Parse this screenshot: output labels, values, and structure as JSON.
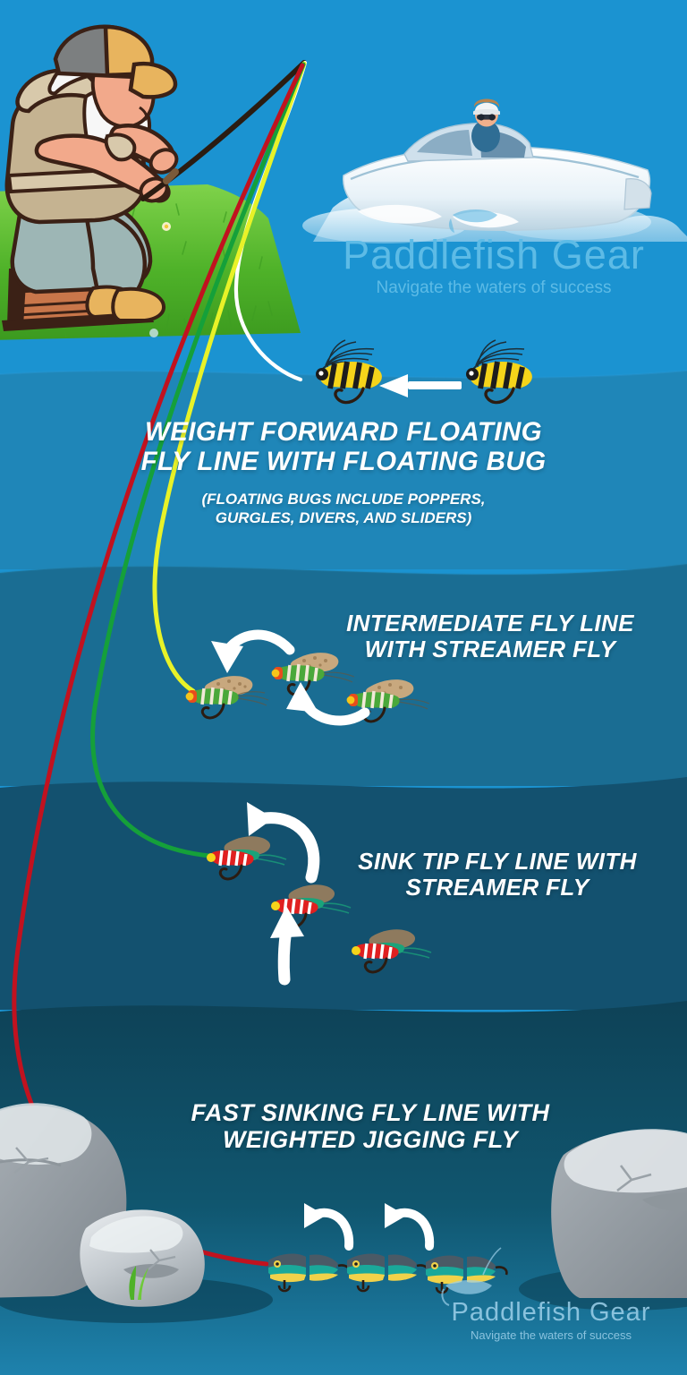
{
  "brand": {
    "name": "Paddlefish Gear",
    "tagline": "Navigate the waters of success"
  },
  "scene": {
    "title": "Fly line and fly selection by water depth",
    "angler": "old-fisherman-on-stool",
    "boat": "white-speedboat-with-captain"
  },
  "sections": [
    {
      "id": "floating",
      "heading": "WEIGHT FORWARD FLOATING\nFLY LINE WITH FLOATING BUG",
      "subtext": "(FLOATING BUGS INCLUDE POPPERS,\nGURGLES, DIVERS, AND SLIDERS)",
      "line_color": "#ffffff",
      "line_name": "weight-forward-floating-line",
      "fly_name": "floating-bug-fly",
      "fly_count": 2,
      "arrow_style": "straight-left"
    },
    {
      "id": "intermediate",
      "heading": "INTERMEDIATE FLY LINE\nWITH STREAMER FLY",
      "subtext": "",
      "line_color": "#e8f228",
      "line_name": "intermediate-fly-line",
      "fly_name": "streamer-fly-tan",
      "fly_count": 3,
      "arrow_style": "curved"
    },
    {
      "id": "sinktip",
      "heading": "SINK TIP FLY LINE WITH\nSTREAMER FLY",
      "subtext": "",
      "line_color": "#15a03a",
      "line_name": "sink-tip-fly-line",
      "fly_name": "streamer-fly-red",
      "fly_count": 3,
      "arrow_style": "curved"
    },
    {
      "id": "fastsinking",
      "heading": "FAST SINKING FLY LINE WITH\nWEIGHTED JIGGING FLY",
      "subtext": "",
      "line_color": "#c1121f",
      "line_name": "fast-sinking-fly-line",
      "fly_name": "weighted-jigging-fly",
      "fly_count": 3,
      "arrow_style": "curved"
    }
  ],
  "water_bands": [
    {
      "name": "surface-sky-band",
      "color": "#1b93d1"
    },
    {
      "name": "shallow-water-band",
      "color": "#1f86b8"
    },
    {
      "name": "mid-water-band",
      "color": "#1a6d93"
    },
    {
      "name": "deep-water-band",
      "color": "#13516f"
    },
    {
      "name": "bottom-water-band",
      "color": "#0e4257"
    }
  ],
  "palette": {
    "sky": "#1b93d1",
    "grass": "#5ab930",
    "rock": "#c9ced2",
    "fly_yellow": "#f5d41a",
    "fly_black": "#1d1d1d",
    "line_white": "#ffffff",
    "line_yellow": "#e8f228",
    "line_green": "#15a03a",
    "line_red": "#c1121f",
    "text": "#ffffff"
  }
}
